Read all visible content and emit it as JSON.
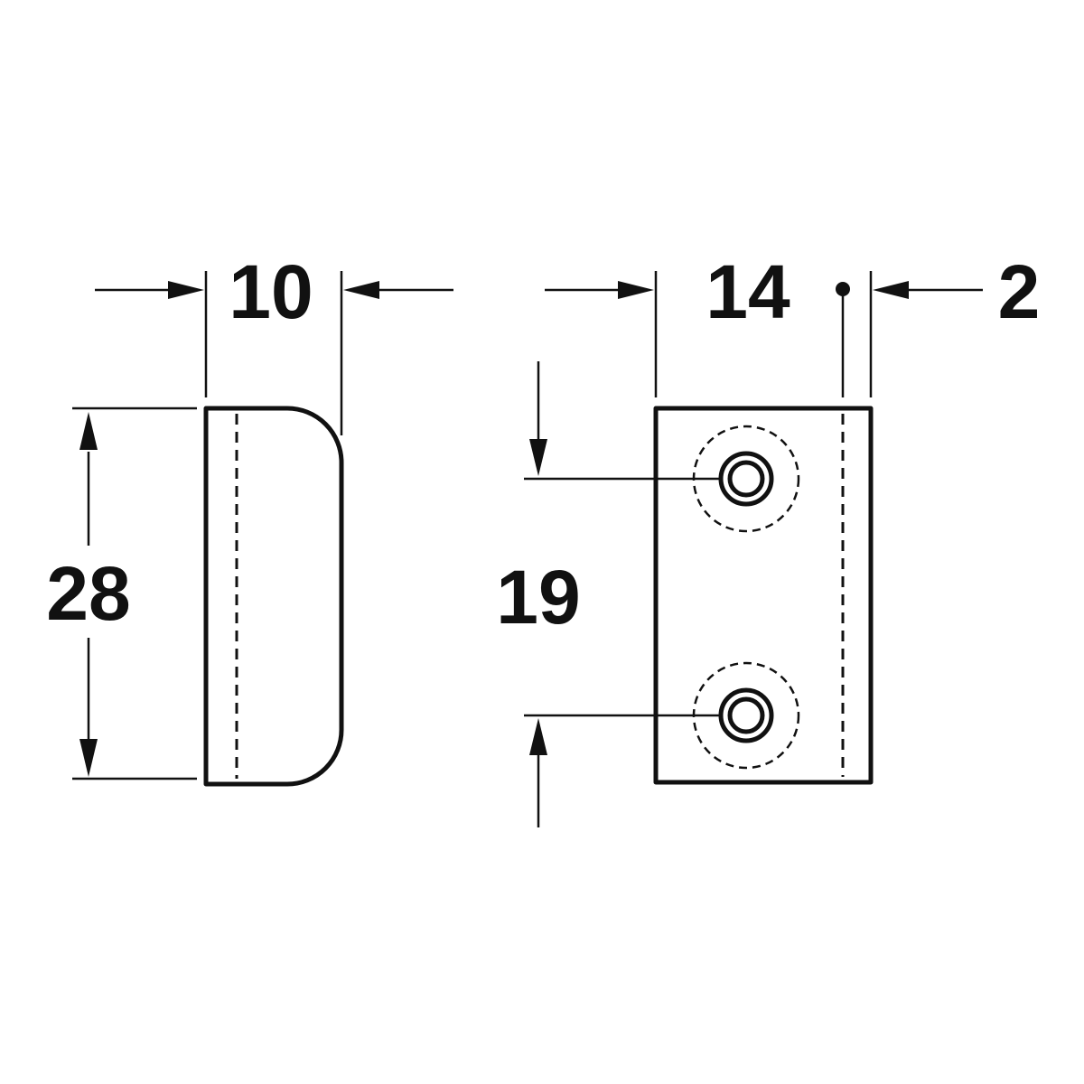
{
  "dimensions": {
    "side_width": "10",
    "side_height": "28",
    "front_width": "14",
    "front_offset": "2",
    "hole_spacing": "19"
  }
}
